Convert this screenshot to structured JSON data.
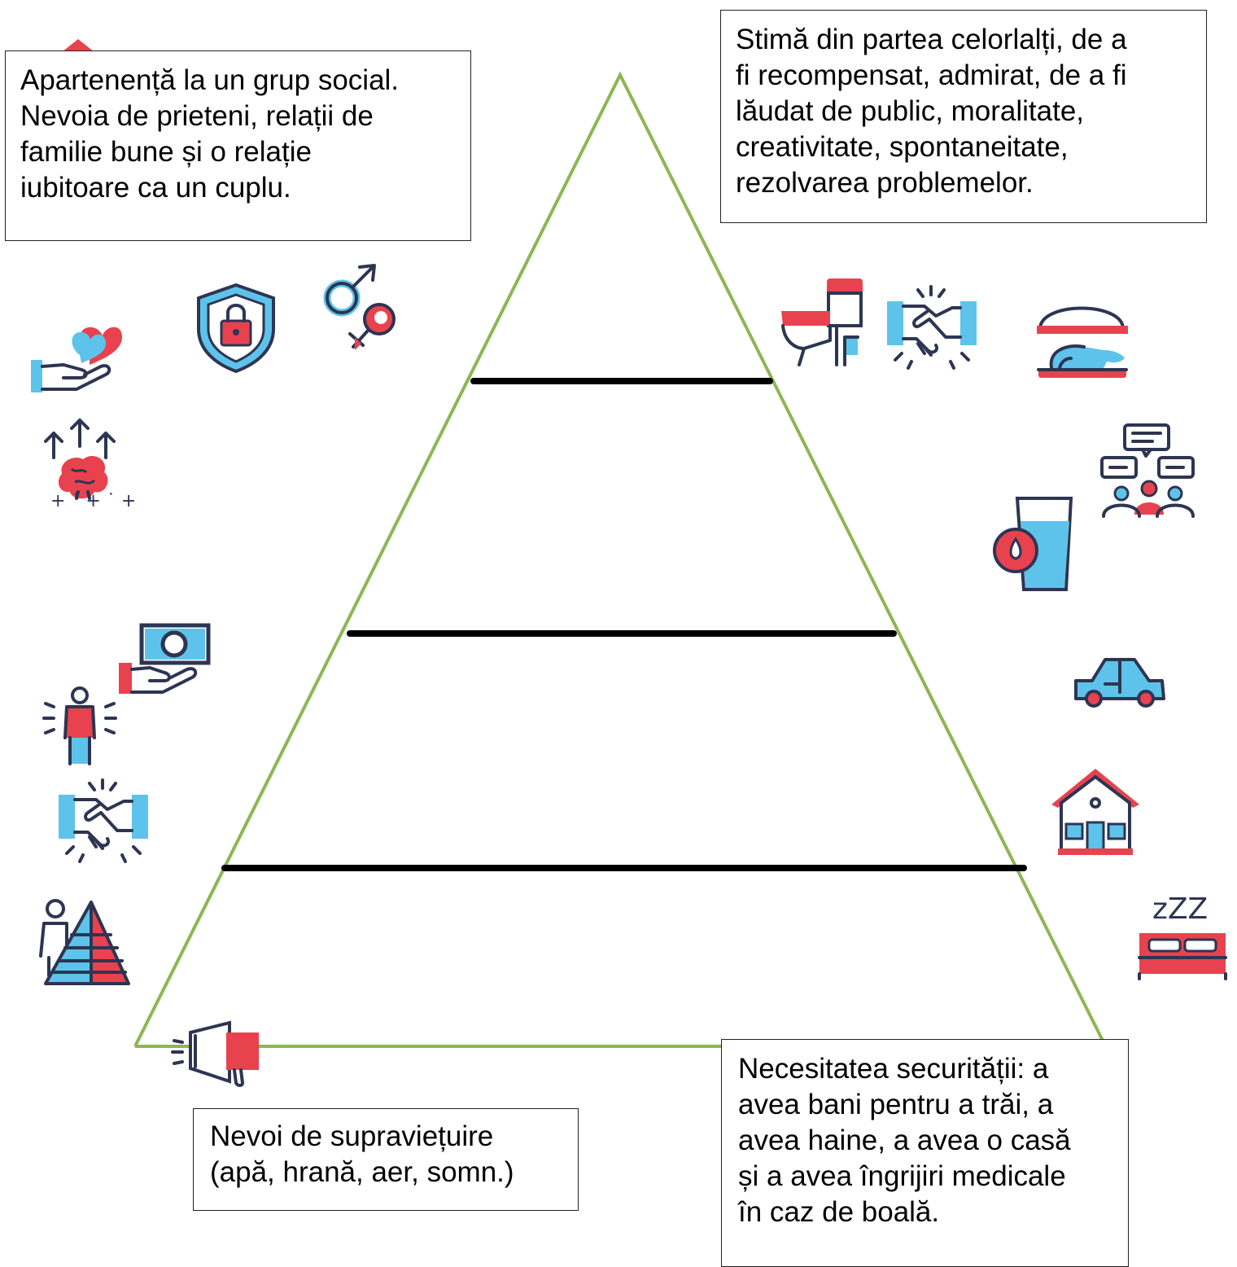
{
  "boxes": {
    "belonging": "Apartenență la un grup social.\nNevoia de prieteni, relații de\nfamilie bune și o relație\niubitoare ca un cuplu.",
    "esteem": " Stimă din partea celorlalți, de a\nfi recompensat, admirat, de a fi\nlăudat de public,  moralitate,\ncreativitate, spontaneitate,\nrezolvarea problemelor.",
    "survival": "Nevoi de supraviețuire\n(apă, hrană, aer, somn.)",
    "safety": "Necesitatea securității: a\navea bani pentru a trăi, a\navea haine, a avea o casă\nși a avea îngrijiri medicale\nîn caz de boală."
  },
  "icons": [
    "hand-with-hearts-icon",
    "shield-lock-icon",
    "gender-symbols-icon",
    "toilet-icon",
    "handshake-icon",
    "food-platter-icon",
    "brain-growth-icon",
    "people-discussion-icon",
    "water-glass-icon",
    "money-in-hand-icon",
    "confident-person-icon",
    "car-icon",
    "handshake-icon",
    "house-icon",
    "person-pyramid-icon",
    "bed-sleep-icon",
    "megaphone-icon"
  ],
  "colors": {
    "pyramid_outline": "#8db653",
    "divider": "#000000",
    "icon_red": "#e8424f",
    "icon_blue": "#5ec3ea",
    "icon_navy": "#2d3552"
  },
  "sleep_text": "zZZ"
}
